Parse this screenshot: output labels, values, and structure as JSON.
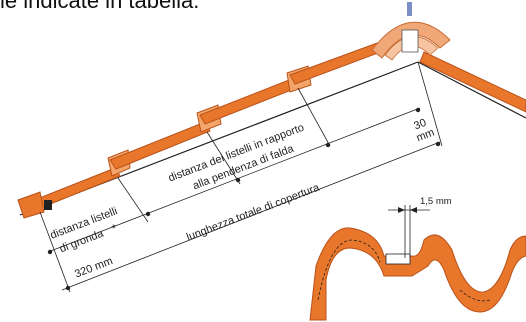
{
  "caption": "le indicate in tabella.",
  "labels": {
    "gutter_spacing_line1": "distanza listelli",
    "gutter_spacing_line2": "di gronda",
    "asterisk": "*",
    "gutter_value": "320 mm",
    "batten_spacing_line1": "distanza dei listelli in rapporto",
    "batten_spacing_line2": "alla pendenza di falda",
    "total_length": "lunghezza totale di copertura",
    "ridge_gap_value": "30",
    "ridge_gap_unit": "mm",
    "detail_gap": "1,5 mm"
  },
  "colors": {
    "tile_orange": "#e8762b",
    "tile_light": "#f3a56a",
    "tile_dark": "#b9521a",
    "line": "#222222",
    "ridge_tile": "#f0a878",
    "ridge_blue": "#7a8fc8"
  }
}
